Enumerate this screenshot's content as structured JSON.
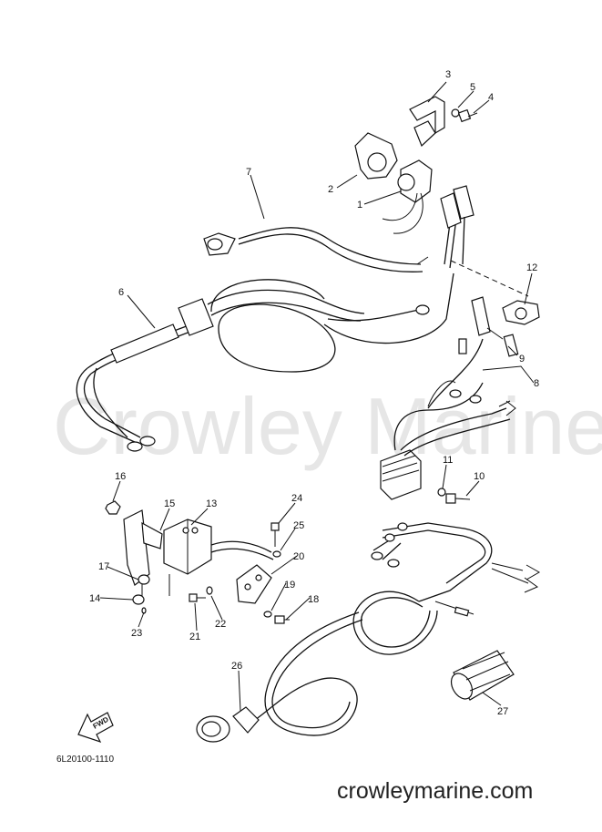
{
  "watermark": "Crowley Marine",
  "diagram_code": "6L20100-1110",
  "website": "crowleymarine.com",
  "fwd_label": "FWD",
  "callouts": [
    {
      "id": "c1",
      "text": "1"
    },
    {
      "id": "c2",
      "text": "2"
    },
    {
      "id": "c3",
      "text": "3"
    },
    {
      "id": "c4",
      "text": "4"
    },
    {
      "id": "c5",
      "text": "5"
    },
    {
      "id": "c6",
      "text": "6"
    },
    {
      "id": "c7",
      "text": "7"
    },
    {
      "id": "c8",
      "text": "8"
    },
    {
      "id": "c9",
      "text": "9"
    },
    {
      "id": "c10",
      "text": "10"
    },
    {
      "id": "c11",
      "text": "11"
    },
    {
      "id": "c12",
      "text": "12"
    },
    {
      "id": "c13",
      "text": "13"
    },
    {
      "id": "c14",
      "text": "14"
    },
    {
      "id": "c15",
      "text": "15"
    },
    {
      "id": "c16",
      "text": "16"
    },
    {
      "id": "c17",
      "text": "17"
    },
    {
      "id": "c18",
      "text": "18"
    },
    {
      "id": "c19",
      "text": "19"
    },
    {
      "id": "c20",
      "text": "20"
    },
    {
      "id": "c21",
      "text": "21"
    },
    {
      "id": "c22",
      "text": "22"
    },
    {
      "id": "c23",
      "text": "23"
    },
    {
      "id": "c24",
      "text": "24"
    },
    {
      "id": "c25",
      "text": "25"
    },
    {
      "id": "c26",
      "text": "26"
    },
    {
      "id": "c27",
      "text": "27"
    }
  ]
}
